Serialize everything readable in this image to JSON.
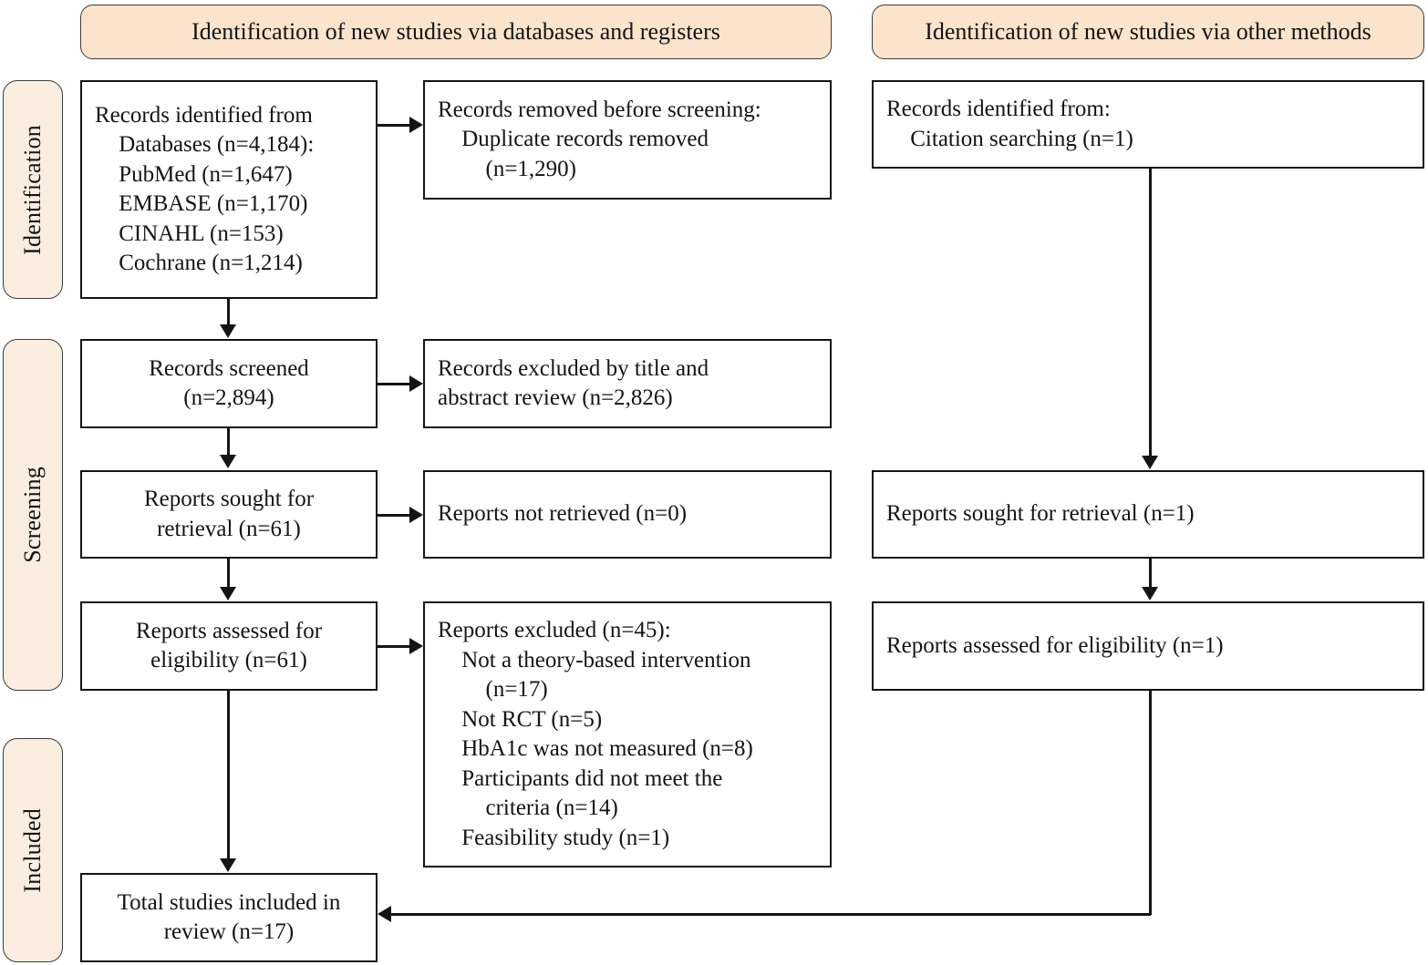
{
  "diagram": {
    "title": "PRISMA 2020 flow diagram",
    "type": "prisma-flow",
    "colors": {
      "header_fill": "#FBE3CC",
      "stage_label_fill": "#FBEEE0",
      "border": "#141414",
      "text": "#141414",
      "background": "#FFFFFF"
    }
  },
  "headers": {
    "left": "Identification of new studies via databases and registers",
    "right": "Identification of new studies via other methods"
  },
  "stages": [
    {
      "id": "identification",
      "label": "Identification"
    },
    {
      "id": "screening",
      "label": "Screening"
    },
    {
      "id": "included",
      "label": "Included"
    }
  ],
  "left_column": {
    "records_identified": {
      "lines": [
        "Records identified from",
        "Databases (n=4,184):",
        "PubMed (n=1,647)",
        "EMBASE (n=1,170)",
        "CINAHL (n=153)",
        "Cochrane (n=1,214)"
      ]
    },
    "records_removed": {
      "lines": [
        "Records removed before screening:",
        "Duplicate records removed",
        "(n=1,290)"
      ]
    },
    "records_screened": {
      "lines": [
        "Records screened",
        "(n=2,894)"
      ]
    },
    "records_excluded": {
      "lines": [
        "Records excluded by title and",
        "abstract review (n=2,826)"
      ]
    },
    "reports_sought": {
      "lines": [
        "Reports sought for",
        "retrieval (n=61)"
      ]
    },
    "reports_not_retrieved": {
      "lines": [
        "Reports not retrieved (n=0)"
      ]
    },
    "reports_assessed": {
      "lines": [
        "Reports assessed for",
        "eligibility (n=61)"
      ]
    },
    "reports_excluded": {
      "lines": [
        "Reports excluded (n=45):",
        "Not a theory-based intervention",
        "(n=17)",
        "Not RCT (n=5)",
        "HbA1c was not measured (n=8)",
        "Participants did not meet the",
        "criteria (n=14)",
        "Feasibility study (n=1)"
      ]
    }
  },
  "right_column": {
    "records_identified_other": {
      "lines": [
        "Records identified from:",
        "Citation searching (n=1)"
      ]
    },
    "reports_sought_other": {
      "lines": [
        "Reports sought for retrieval (n=1)"
      ]
    },
    "reports_assessed_other": {
      "lines": [
        "Reports assessed for eligibility (n=1)"
      ]
    }
  },
  "included": {
    "total_studies": {
      "lines": [
        "Total studies included in",
        "review (n=17)"
      ]
    }
  },
  "chart_data": {
    "type": "table",
    "title": "PRISMA 2020 study selection counts",
    "categories": [
      "Databases total",
      "PubMed",
      "EMBASE",
      "CINAHL",
      "Cochrane",
      "Duplicates removed",
      "Records screened",
      "Records excluded (title/abstract)",
      "Reports sought for retrieval",
      "Reports not retrieved",
      "Reports assessed for eligibility",
      "Reports excluded",
      "Not a theory-based intervention",
      "Not RCT",
      "HbA1c was not measured",
      "Participants did not meet the criteria",
      "Feasibility study",
      "Citation searching (other methods)",
      "Reports sought for retrieval (other)",
      "Reports assessed for eligibility (other)",
      "Total studies included in review"
    ],
    "values": [
      4184,
      1647,
      1170,
      153,
      1214,
      1290,
      2894,
      2826,
      61,
      0,
      61,
      45,
      17,
      5,
      8,
      14,
      1,
      1,
      1,
      1,
      17
    ]
  }
}
